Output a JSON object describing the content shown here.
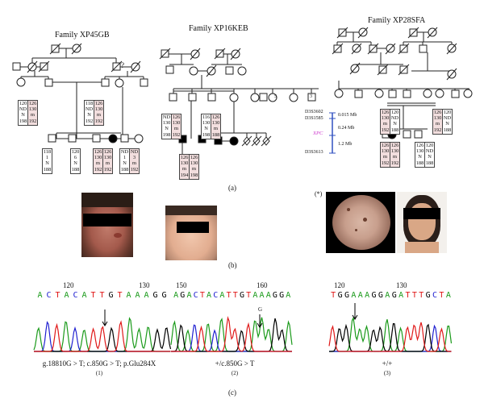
{
  "panel_a": {
    "fam1_title": "Family XP45GB",
    "fam2_title": "Family XP16KEB",
    "fam3_title": "Family XP28SFA",
    "question_mark": "?",
    "fam1_boxes": [
      [
        "120",
        "ND",
        "N",
        "198"
      ],
      [
        "126",
        "130",
        "m",
        "192"
      ],
      [
        "118",
        "ND",
        "N",
        "192"
      ],
      [
        "126",
        "130",
        "m",
        "192"
      ],
      [
        "118",
        "1",
        "N",
        "188"
      ],
      [
        "120",
        "6",
        "N",
        "188"
      ],
      [
        "126",
        "130",
        "m",
        "192"
      ],
      [
        "126",
        "130",
        "m",
        "192"
      ],
      [
        "ND",
        "1",
        "N",
        "188"
      ],
      [
        "ND",
        "3",
        "m",
        "192"
      ]
    ],
    "fam2_boxes": [
      [
        "ND",
        "130",
        "N",
        "198"
      ],
      [
        "126",
        "130",
        "m",
        "192"
      ],
      [
        "116",
        "130",
        "N",
        "198"
      ],
      [
        "126",
        "130",
        "m",
        "188"
      ],
      [
        "126",
        "130",
        "m",
        "194"
      ],
      [
        "126",
        "130",
        "m",
        "198"
      ]
    ],
    "fam2_markers": {
      "m1": "D3S3602",
      "m2": "D3S1585",
      "gene": "XPC",
      "m3": "D3S3613",
      "d1": "0.015 Mb",
      "d2": "0.24 Mb",
      "d3": "1.2 Mb",
      "circ5": "5",
      "sq3": "3"
    },
    "fam3_boxes": [
      [
        "126",
        "130",
        "m",
        "192"
      ],
      [
        "120",
        "ND",
        "N",
        "188"
      ],
      [
        "126",
        "130",
        "m",
        "192"
      ],
      [
        "120",
        "ND",
        "N",
        "188"
      ],
      [
        "126",
        "130",
        "m",
        "192"
      ],
      [
        "126",
        "130",
        "m",
        "192"
      ],
      [
        "126",
        "130",
        "N",
        "188"
      ],
      [
        "120",
        "ND",
        "N",
        "188"
      ]
    ],
    "caption": "(a)"
  },
  "panel_b": {
    "star": "(*)",
    "caption": "(b)"
  },
  "panel_c": {
    "seq1": "ACTACATTGTAAAGG",
    "seq1_nums": [
      "120",
      "130"
    ],
    "seq2": "AGACTACATTGTAAAGGA",
    "seq2_nums": [
      "150",
      "160"
    ],
    "seq2_alt": "G",
    "seq3": "TGGAAAGGAGATTTGCTA",
    "seq3_nums": [
      "120",
      "130"
    ],
    "cap1": "g.18810G > T; c.850G > T; p.Glu284X",
    "sub1": "(1)",
    "cap2": "+/c.850G > T",
    "sub2": "(2)",
    "cap3": "+/+",
    "sub3": "(3)",
    "caption": "(c)"
  },
  "colors": {
    "pink": "#f2dede",
    "green": "#1a9a1a",
    "blue": "#1f1fd0",
    "red": "#e01818",
    "black": "#000000",
    "xpc": "#cc33cc"
  }
}
